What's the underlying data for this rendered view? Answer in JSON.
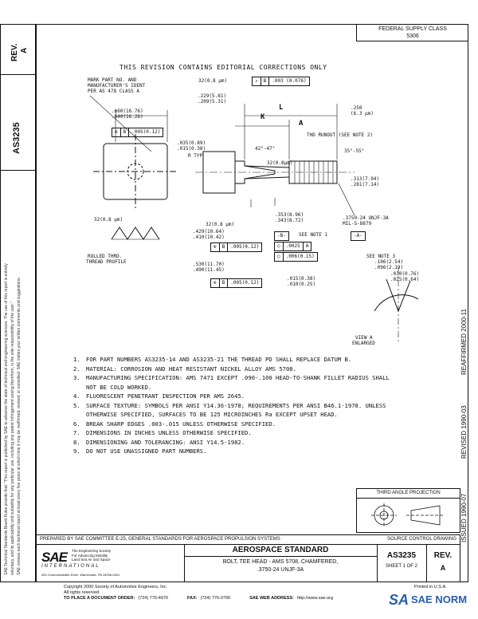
{
  "header": {
    "federal_supply_class_line1": "FEDERAL SUPPLY CLASS",
    "federal_supply_class_line2": "5306",
    "editorial_note": "THIS REVISION CONTAINS EDITORIAL CORRECTIONS ONLY"
  },
  "left_margin": {
    "rev_label": "REV.",
    "rev_value": "A",
    "doc_number": "AS3235",
    "disclaimer_line1": "SAE Technical Standards Board Rules provide that: \"This report is published by SAE to advance the state of technical and engineering sciences. The use of this report is entirely",
    "disclaimer_line2": "voluntary, and its applicability and suitability for any particular use, including any patent infringement arising therefrom, is the sole responsibility of the user.\"",
    "disclaimer_line3": "SAE reviews each technical report at least every five years at which time it may be reaffirmed, revised, or cancelled. SAE invites your written comments and suggestions."
  },
  "right_margin": {
    "reaffirmed": "REAFFIRMED 2000-11",
    "revised": "REVISED 1990-03",
    "issued": "ISSUED 1990-07"
  },
  "drawing": {
    "callout_mark_part": "MARK PART NO. AND",
    "callout_mark_part2": "MANUFACTURER'S IDENT",
    "callout_mark_part3": "PER AS 478 CLASS A",
    "dim_660": ".660(16.76)",
    "dim_640": ".640(16.26)",
    "dim_229": ".229(5.81)",
    "dim_209": ".209(5.31)",
    "dim_32_top": "32(0.8 µm)",
    "fcf_top_b": "B",
    "fcf_top_val": ".003 (0.076)",
    "dim_035": ".035(0.89)",
    "dim_015": ".015(0.38)",
    "dim_rtyp": "R TYP",
    "fcf_left_b": "B",
    "fcf_left_val": ".005(0.12)",
    "label_k": "K",
    "label_l": "L",
    "label_a": "A",
    "dim_250": ".250",
    "dim_250mm": "(6.3 µm)",
    "thd_runout": "THD RUNOUT (SEE NOTE 2)",
    "angle_42": "42°-47°",
    "angle_35": "35°-55°",
    "dim_32_mid": "32(0.8µm)",
    "dim_313": ".313(7.94)",
    "dim_281": ".281(7.14)",
    "dim_32_bottom": "32(0.8 µm)",
    "dim_353": ".353(8.96)",
    "dim_343": ".343(8.72)",
    "thread_spec": ".3750-24 UNJF-3A",
    "thread_spec2": "MIL-S-8879",
    "datum_a": "-A-",
    "datum_b": "-B-",
    "see_note1": "SEE NOTE 1",
    "dim_429": ".429(10.64)",
    "dim_410": ".410(10.42)",
    "fcf_mid_b": "B",
    "fcf_mid_val": ".005(0.12)",
    "fcf_0025": ".0025",
    "fcf_0025_a": "A",
    "fcf_006": ".006(0.15)",
    "dim_530": ".530(11.70)",
    "dim_490": ".490(11.45)",
    "fcf_bot_b": "B",
    "fcf_bot_val": ".005(0.12)",
    "dim_015_30": ".015(0.38)",
    "dim_010_25": ".010(0.25)",
    "see_note3": "SEE NOTE 3",
    "dim_106": ".106(2.54)",
    "dim_096": ".096(2.19)",
    "dim_030": ".030(0.76)",
    "dim_025": ".025(0.64)",
    "view_a": "VIEW A",
    "enlarged": "ENLARGED",
    "rolled_thread": "ROLLED THRD.",
    "thread_profile": "THREAD PROFILE",
    "dim_32_thread": "32(0.8 µm)"
  },
  "notes": [
    {
      "num": "1.",
      "text": "FOR PART NUMBERS AS3235-14 AND AS3235-21 THE THREAD PD SHALL REPLACE DATUM B."
    },
    {
      "num": "2.",
      "text": "MATERIAL:  CORROSION AND HEAT RESISTANT NICKEL ALLOY AMS 5708."
    },
    {
      "num": "3.",
      "text": "MANUFACTURING SPECIFICATION:  AMS 7471 EXCEPT .090-.100 HEAD-TO-SHANK FILLET RADIUS SHALL"
    },
    {
      "num": "",
      "text": "NOT BE COLD WORKED."
    },
    {
      "num": "4.",
      "text": "FLUORESCENT PENETRANT INSPECTION PER AMS 2645."
    },
    {
      "num": "5.",
      "text": "SURFACE TEXTURE:  SYMBOLS PER ANSI Y14.36-1978; REQUIREMENTS PER ANSI B46.1-1978.  UNLESS"
    },
    {
      "num": "",
      "text": "OTHERWISE SPECIFIED, SURFACES TO BE 125 MICROINCHES Ra EXCEPT UPSET HEAD."
    },
    {
      "num": "6.",
      "text": "BREAK SHARP EDGES .003-.015 UNLESS OTHERWISE SPECIFIED."
    },
    {
      "num": "7.",
      "text": "DIMENSIONS IN INCHES UNLESS OTHERWISE SPECIFIED."
    },
    {
      "num": "8.",
      "text": "DIMENSIONING AND TOLERANCING:  ANSI Y14.5-1982."
    },
    {
      "num": "9.",
      "text": "DO NOT USE UNASSIGNED PART NUMBERS."
    }
  ],
  "projection": {
    "label": "THIRD ANGLE PROJECTION"
  },
  "title_block": {
    "prepared_by": "PREPARED BY SAE COMMITTEE E-25, GENERAL STANDARDS FOR AEROSPACE PROPULSION SYSTEMS",
    "source_control": "SOURCE CONTROL DRAWING",
    "sae_logo": "SAE",
    "sae_tagline1": "The Engineering Society",
    "sae_tagline2": "For Advancing Mobility",
    "sae_tagline3": "Land Sea Air and Space",
    "sae_international": "INTERNATIONAL",
    "sae_address": "400 Commonwealth Drive, Warrendale, PA 15096-0001",
    "standard_title": "AEROSPACE STANDARD",
    "part_desc1": "BOLT, TEE HEAD - AMS 5708, CHAMFERED,",
    "part_desc2": ".3750-24 UNJF-3A",
    "doc_number": "AS3235",
    "sheet": "SHEET 1 OF 2",
    "rev_label": "REV.",
    "rev_value": "A"
  },
  "footer": {
    "copyright": "Copyright 2000 Society of Automotive Engineers, Inc.",
    "rights": "All rights reserved.",
    "printed": "Printed in U.S.A.",
    "order_label": "TO PLACE A DOCUMENT ORDER:",
    "order_phone": "(724) 776-4970",
    "fax_label": "FAX:",
    "fax_value": "(724) 776-0790",
    "web_label": "SAE WEB ADDRESS:",
    "web_value": "http://www.sae.org"
  },
  "watermark": {
    "text": "SAE NORM",
    "color": "#2a5fa8"
  }
}
